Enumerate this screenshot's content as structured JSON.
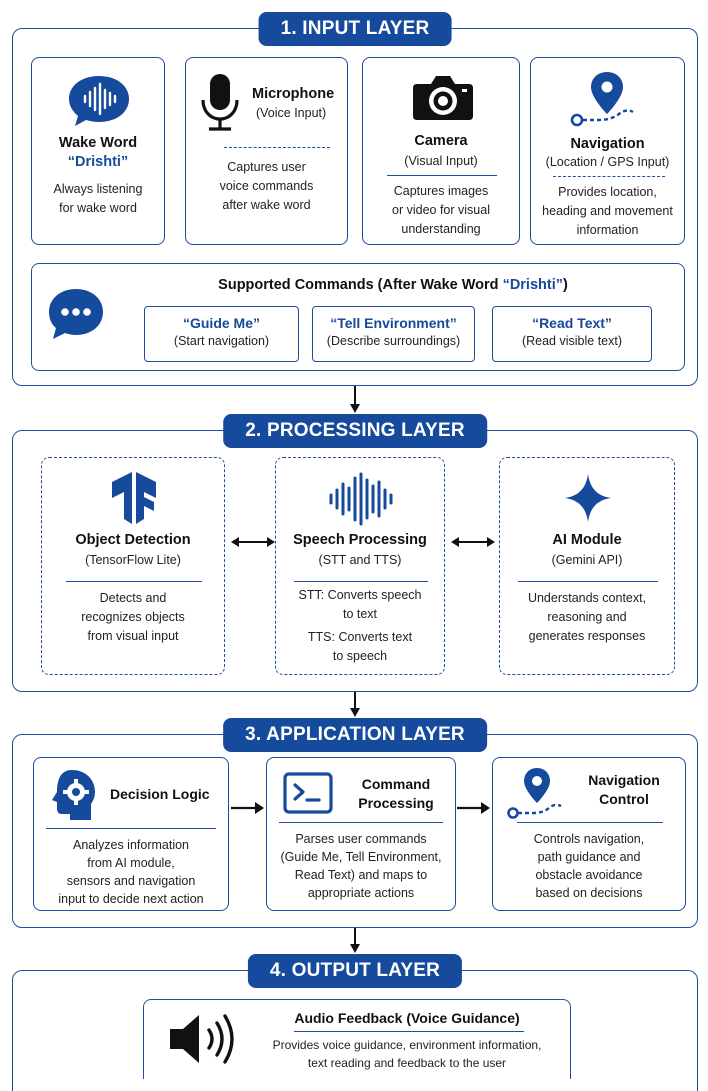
{
  "input_layer": {
    "title": "1. INPUT LAYER",
    "wake": {
      "title": "Wake Word",
      "word": "“Drishti”",
      "desc1": "Always listening",
      "desc2": "for wake word"
    },
    "mic": {
      "title": "Microphone",
      "sub": "(Voice Input)",
      "desc1": "Captures user",
      "desc2": "voice commands",
      "desc3": "after wake word"
    },
    "camera": {
      "title": "Camera",
      "sub": "(Visual Input)",
      "desc1": "Captures images",
      "desc2": "or video for visual",
      "desc3": "understanding"
    },
    "navigation": {
      "title": "Navigation",
      "sub": "(Location / GPS Input)",
      "desc1": "Provides location,",
      "desc2": "heading and movement",
      "desc3": "information"
    },
    "commands": {
      "heading": "Supported Commands (After Wake Word ",
      "heading_word": "“Drishti”",
      "heading_end": ")",
      "items": [
        {
          "title": "“Guide Me”",
          "sub": "(Start navigation)"
        },
        {
          "title": "“Tell Environment”",
          "sub": "(Describe surroundings)"
        },
        {
          "title": "“Read Text”",
          "sub": "(Read visible text)"
        }
      ]
    }
  },
  "processing_layer": {
    "title": "2. PROCESSING LAYER",
    "object": {
      "title": "Object Detection",
      "sub": "(TensorFlow Lite)",
      "desc1": "Detects and",
      "desc2": "recognizes objects",
      "desc3": "from visual input"
    },
    "speech": {
      "title": "Speech Processing",
      "sub": "(STT and TTS)",
      "desc1": "STT: Converts speech",
      "desc2": "to text",
      "desc3": "TTS: Converts text",
      "desc4": "to speech"
    },
    "ai": {
      "title": "AI Module",
      "sub": "(Gemini API)",
      "desc1": "Understands context,",
      "desc2": "reasoning and",
      "desc3": "generates responses"
    }
  },
  "application_layer": {
    "title": "3. APPLICATION LAYER",
    "decision": {
      "title": "Decision Logic",
      "desc1": "Analyzes information",
      "desc2": "from AI module,",
      "desc3": "sensors and navigation",
      "desc4": "input to decide next action"
    },
    "command": {
      "title1": "Command",
      "title2": "Processing",
      "desc1": "Parses user commands",
      "desc2": "(Guide Me, Tell Environment,",
      "desc3": "Read Text) and maps to",
      "desc4": "appropriate actions"
    },
    "nav_control": {
      "title1": "Navigation",
      "title2": "Control",
      "desc1": "Controls navigation,",
      "desc2": "path guidance and",
      "desc3": "obstacle avoidance",
      "desc4": "based on decisions"
    }
  },
  "output_layer": {
    "title": "4. OUTPUT LAYER",
    "audio": {
      "title": "Audio Feedback (Voice Guidance)",
      "desc1": "Provides voice guidance, environment information,",
      "desc2": "text reading and feedback to the user"
    }
  },
  "colors": {
    "primary": "#164a9c",
    "border": "#1f4f9c"
  },
  "icons": [
    "voice-bubble-icon",
    "microphone-icon",
    "camera-icon",
    "location-pin-icon",
    "chat-bubble-icon",
    "tensorflow-icon",
    "waveform-icon",
    "sparkle-icon",
    "head-gear-icon",
    "terminal-icon",
    "route-pin-icon",
    "speaker-icon"
  ]
}
